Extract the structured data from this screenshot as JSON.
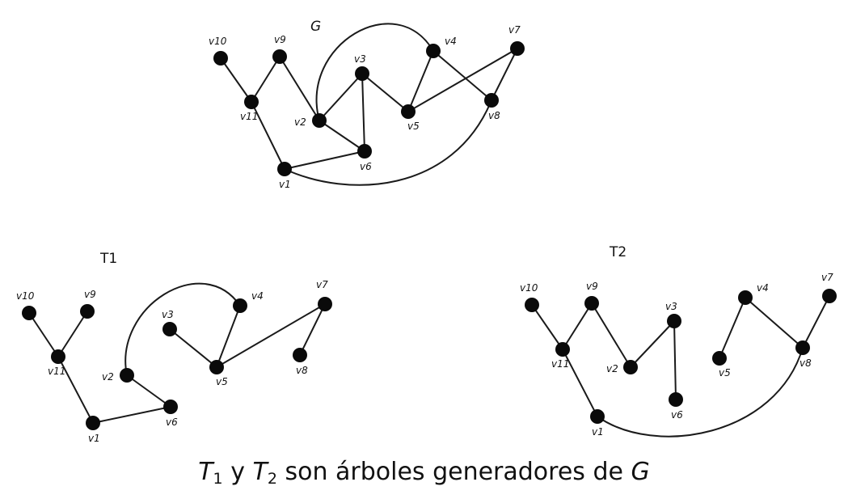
{
  "graphs": [
    {
      "id": "G",
      "title": "G",
      "vertices": [
        {
          "id": "v10",
          "label": "v10"
        },
        {
          "id": "v9",
          "label": "v9"
        },
        {
          "id": "v11",
          "label": "v11"
        },
        {
          "id": "v2",
          "label": "v2"
        },
        {
          "id": "v3",
          "label": "v3"
        },
        {
          "id": "v6",
          "label": "v6"
        },
        {
          "id": "v1",
          "label": "v1"
        },
        {
          "id": "v5",
          "label": "v5"
        },
        {
          "id": "v4",
          "label": "v4"
        },
        {
          "id": "v7",
          "label": "v7"
        },
        {
          "id": "v8",
          "label": "v8"
        }
      ],
      "edges": [
        [
          "v10",
          "v11"
        ],
        [
          "v11",
          "v9"
        ],
        [
          "v9",
          "v2"
        ],
        [
          "v11",
          "v1"
        ],
        [
          "v2",
          "v3"
        ],
        [
          "v2",
          "v6"
        ],
        [
          "v3",
          "v6"
        ],
        [
          "v3",
          "v5"
        ],
        [
          "v5",
          "v4"
        ],
        [
          "v4",
          "v8"
        ],
        [
          "v5",
          "v7"
        ],
        [
          "v7",
          "v8"
        ],
        [
          "v1",
          "v6"
        ],
        [
          "v2",
          "v4"
        ],
        [
          "v1",
          "v8"
        ]
      ]
    },
    {
      "id": "T1",
      "title": "T1",
      "vertices": [
        {
          "id": "v10",
          "label": "v10"
        },
        {
          "id": "v9",
          "label": "v9"
        },
        {
          "id": "v11",
          "label": "v11"
        },
        {
          "id": "v1",
          "label": "v1"
        },
        {
          "id": "v2",
          "label": "v2"
        },
        {
          "id": "v6",
          "label": "v6"
        },
        {
          "id": "v3",
          "label": "v3"
        },
        {
          "id": "v5",
          "label": "v5"
        },
        {
          "id": "v4",
          "label": "v4"
        },
        {
          "id": "v7",
          "label": "v7"
        },
        {
          "id": "v8",
          "label": "v8"
        }
      ],
      "edges": [
        [
          "v10",
          "v11"
        ],
        [
          "v11",
          "v9"
        ],
        [
          "v11",
          "v1"
        ],
        [
          "v1",
          "v6"
        ],
        [
          "v6",
          "v2"
        ],
        [
          "v2",
          "v4"
        ],
        [
          "v3",
          "v5"
        ],
        [
          "v5",
          "v4"
        ],
        [
          "v5",
          "v7"
        ],
        [
          "v7",
          "v8"
        ]
      ]
    },
    {
      "id": "T2",
      "title": "T2",
      "vertices": [
        {
          "id": "v10",
          "label": "v10"
        },
        {
          "id": "v9",
          "label": "v9"
        },
        {
          "id": "v11",
          "label": "v11"
        },
        {
          "id": "v2",
          "label": "v2"
        },
        {
          "id": "v3",
          "label": "v3"
        },
        {
          "id": "v6",
          "label": "v6"
        },
        {
          "id": "v1",
          "label": "v1"
        },
        {
          "id": "v5",
          "label": "v5"
        },
        {
          "id": "v4",
          "label": "v4"
        },
        {
          "id": "v7",
          "label": "v7"
        },
        {
          "id": "v8",
          "label": "v8"
        }
      ],
      "edges": [
        [
          "v10",
          "v11"
        ],
        [
          "v11",
          "v9"
        ],
        [
          "v9",
          "v2"
        ],
        [
          "v11",
          "v1"
        ],
        [
          "v2",
          "v3"
        ],
        [
          "v3",
          "v6"
        ],
        [
          "v5",
          "v4"
        ],
        [
          "v4",
          "v8"
        ],
        [
          "v8",
          "v7"
        ],
        [
          "v1",
          "v8"
        ]
      ]
    }
  ],
  "caption": {
    "t1_base": "T",
    "t1_sub": "1",
    "y_word": "y",
    "t2_base": "T",
    "t2_sub": "2",
    "middle_text": "son árboles generadores de",
    "g_symbol": "G"
  },
  "colors": {
    "node": "#0a0a0a",
    "edge": "#1a1a1a",
    "background": "#ffffff"
  }
}
